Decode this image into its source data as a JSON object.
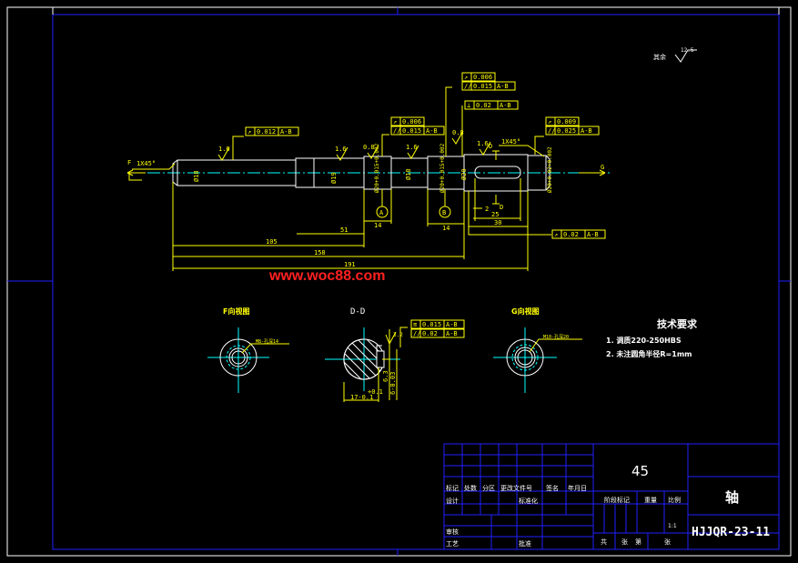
{
  "roughness_note": {
    "label": "其余",
    "value": "12.5"
  },
  "shaft": {
    "chamfer_left": "1X45°",
    "chamfer_right": "1X45°",
    "roughness": [
      "1.6",
      "1.6",
      "0.8",
      "1.6",
      "0.8",
      "1.6"
    ],
    "diameters": [
      "Ø18",
      "Ø19",
      "Ø20+0.015+0.002",
      "Ø18",
      "Ø20+0.015+0.002",
      "Ø20",
      "Ø20+0.02+0.002"
    ],
    "tolerance_frames": [
      {
        "symbol": "↗",
        "value": "0.012",
        "datum": "A-B"
      },
      {
        "symbol": "↗",
        "value": "0.006",
        "datum": ""
      },
      {
        "symbol": "//",
        "value": "0.015",
        "datum": "A-B"
      },
      {
        "symbol": "↗",
        "value": "0.006",
        "datum": ""
      },
      {
        "symbol": "//",
        "value": "0.015",
        "datum": "A-B"
      },
      {
        "symbol": "⊥",
        "value": "0.02",
        "datum": "A-B"
      },
      {
        "symbol": "↗",
        "value": "0.009",
        "datum": ""
      },
      {
        "symbol": "//",
        "value": "0.025",
        "datum": "A-B"
      },
      {
        "symbol": "↗",
        "value": "0.02",
        "datum": "A-B"
      }
    ],
    "datums": [
      "A",
      "B"
    ],
    "section_mark": "D",
    "view_marks": [
      "F",
      "G"
    ],
    "dimensions": {
      "d14a": "14",
      "d51": "51",
      "d105": "105",
      "d158": "158",
      "d191": "191",
      "d14b": "14",
      "d2": "2",
      "d25": "25",
      "d30": "30"
    }
  },
  "views": {
    "f_view": {
      "title": "F向视图",
      "note": "M8-孔深14"
    },
    "d_section": {
      "title": "D-D",
      "frames": [
        {
          "symbol": "≡",
          "value": "0.015",
          "datum": "A-B"
        },
        {
          "symbol": "//",
          "value": "0.02",
          "datum": "A-B"
        }
      ],
      "roughness": "3.2",
      "dim_width": "17-0.1",
      "dim_depth": "6-0.03",
      "dim_key": "6.3",
      "dim_tol": "+0.1"
    },
    "g_view": {
      "title": "G向视图",
      "note": "M10-孔深20"
    }
  },
  "watermark": "www.woc88.com",
  "tech_req": {
    "title": "技术要求",
    "items": [
      "1. 调质220-250HBS",
      "2. 未注圆角半径R=1mm"
    ]
  },
  "title_block": {
    "material": "45",
    "part_name": "轴",
    "drawing_no": "HJJQR-23-11",
    "scale": "1:1",
    "labels": {
      "mark": "标记",
      "count": "处数",
      "zone": "分区",
      "doc_no": "更改文件号",
      "sign": "签名",
      "date": "年月日",
      "design": "设计",
      "standard": "标准化",
      "stage": "阶段标记",
      "weight": "重量",
      "ratio": "比例",
      "review": "审核",
      "process": "工艺",
      "approve": "批准",
      "total": "共",
      "sheets": "张",
      "sheet_no": "第",
      "sheet_unit": "张"
    }
  }
}
